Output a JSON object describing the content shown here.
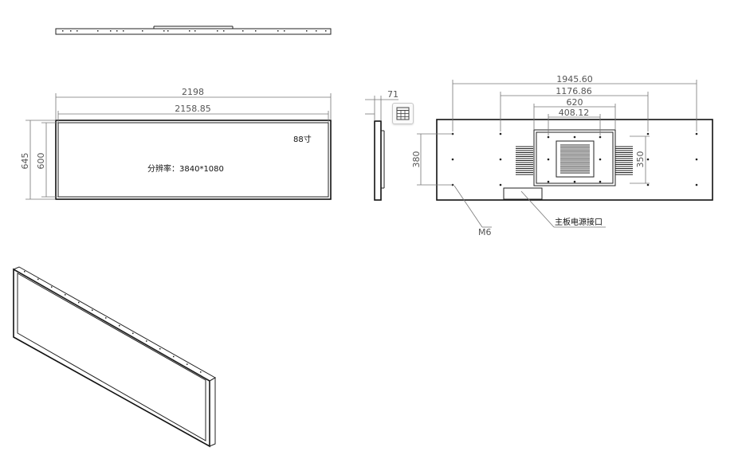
{
  "dimensions": {
    "top_width_overall": "2198",
    "top_width_inner": "2158.85",
    "left_height_overall": "645",
    "left_height_inner": "600",
    "side_depth": "71",
    "back_width_1": "1945.60",
    "back_width_2": "1176.86",
    "back_width_3": "620",
    "back_width_4": "408.12",
    "back_height_1": "380",
    "back_height_2": "350"
  },
  "labels": {
    "size": "88寸",
    "resolution": "分辨率：3840*1080",
    "screw": "M6",
    "power_port": "主板电源接口"
  },
  "icons": {
    "tool": "table-grid-icon"
  }
}
